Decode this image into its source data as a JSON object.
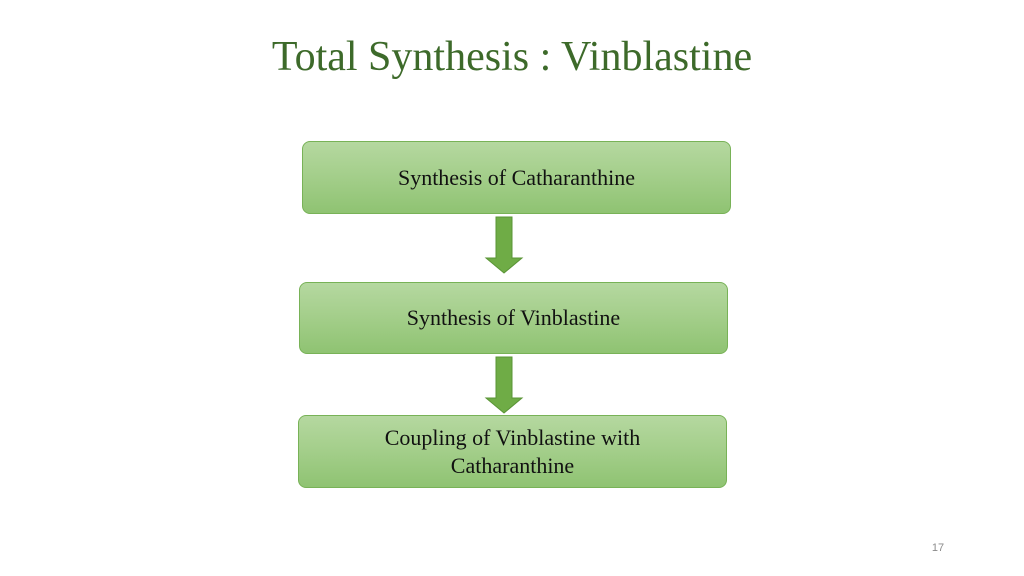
{
  "slide": {
    "title": "Total Synthesis : Vinblastine",
    "page_number": "17"
  },
  "flowchart": {
    "steps": [
      {
        "label": "Synthesis of Catharanthine"
      },
      {
        "label": "Synthesis of Vinblastine"
      },
      {
        "label": "Coupling of Vinblastine with Catharanthine"
      }
    ],
    "connector_icon": "down-arrow-icon"
  },
  "colors": {
    "title": "#3d6a2a",
    "box_fill_top": "#b5d8a0",
    "box_fill_bottom": "#8fc372",
    "box_border": "#78b257",
    "arrow_fill": "#6fac46",
    "arrow_stroke": "#5a9436"
  }
}
